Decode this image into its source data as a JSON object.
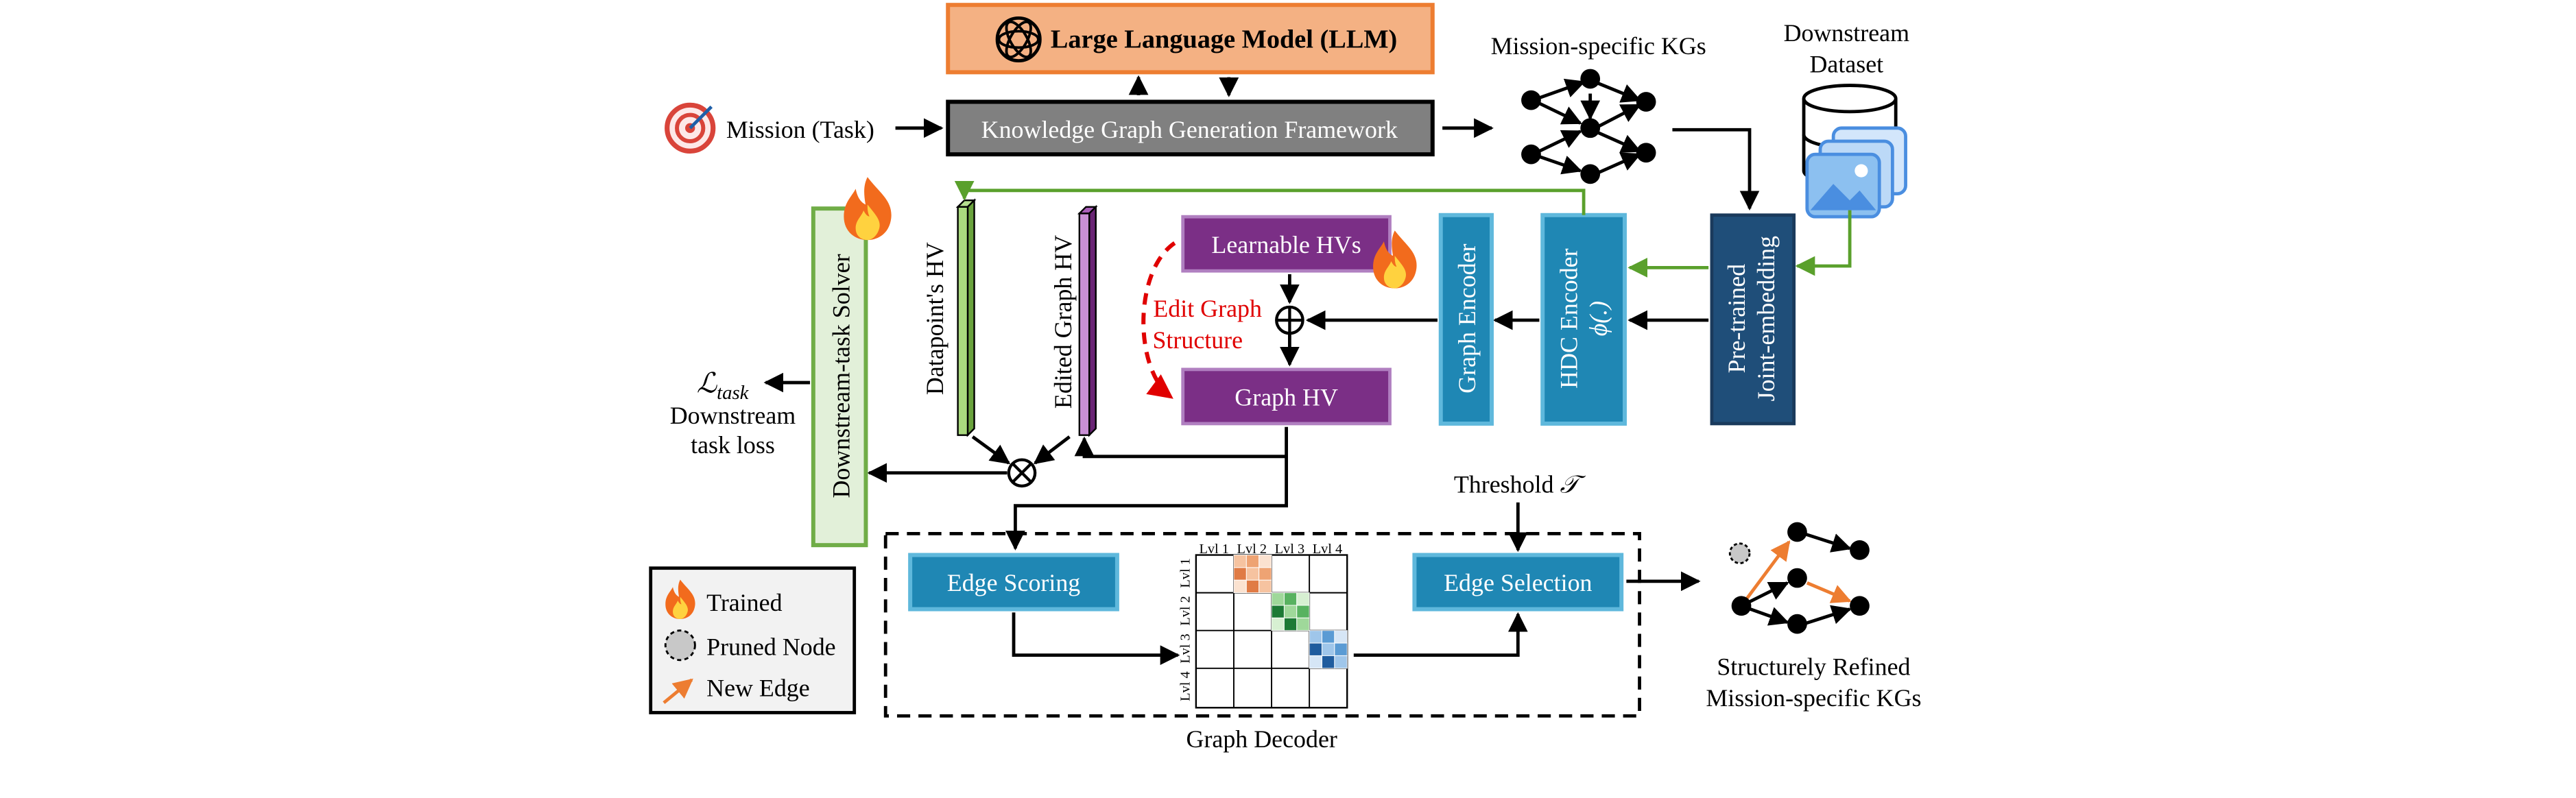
{
  "llm": {
    "label": "Large Language Model (LLM)",
    "icon": "openai-logo-icon"
  },
  "mission": {
    "label": "Mission (Task)",
    "icon": "target-icon"
  },
  "kg_framework": {
    "label": "Knowledge Graph Generation Framework"
  },
  "mission_kgs": {
    "label": "Mission-specific KGs"
  },
  "downstream_dataset": {
    "line1": "Downstream",
    "line2": "Dataset",
    "icons": [
      "database-icon",
      "image-stack-icon"
    ]
  },
  "pretrained": {
    "line1": "Pre-trained",
    "line2": "Joint-embedding"
  },
  "hdc_encoder": {
    "line1": "HDC Encoder",
    "line2": "ϕ(.)"
  },
  "graph_encoder": {
    "label": "Graph Encoder"
  },
  "learnable_hvs": {
    "label": "Learnable HVs"
  },
  "graph_hv": {
    "label": "Graph HV"
  },
  "edit_graph": {
    "line1": "Edit Graph",
    "line2": "Structure"
  },
  "edited_graph_hv": {
    "label": "Edited Graph HV"
  },
  "datapoint_hv": {
    "label": "Datapoint's HV"
  },
  "solver": {
    "label": "Downstream-task Solver"
  },
  "loss": {
    "symbol": "ℒ",
    "subscript": "task",
    "line1": "Downstream",
    "line2": "task loss"
  },
  "threshold": {
    "label": "Threshold",
    "symbol": "𝒯"
  },
  "edge_scoring": {
    "label": "Edge Scoring"
  },
  "edge_selection": {
    "label": "Edge Selection"
  },
  "graph_decoder": {
    "label": "Graph Decoder"
  },
  "matrix": {
    "col_labels": [
      "Lvl 1",
      "Lvl 2",
      "Lvl 3",
      "Lvl 4"
    ],
    "row_labels": [
      "Lvl 1",
      "Lvl 2",
      "Lvl 3",
      "Lvl 4"
    ]
  },
  "refined_kgs": {
    "line1": "Structurely Refined",
    "line2": "Mission-specific KGs"
  },
  "legend": {
    "items": [
      {
        "label": "Trained",
        "icon": "fire-icon"
      },
      {
        "label": "Pruned Node",
        "icon": "pruned-node-icon"
      },
      {
        "label": "New Edge",
        "icon": "new-edge-arrow-icon"
      }
    ]
  },
  "colors": {
    "llm_fill": "#f4b183",
    "llm_border": "#ed7d31",
    "framework_fill": "#808080",
    "blue_fill": "#1f87b4",
    "blue_border": "#5fb8dc",
    "navy_fill": "#1f4e79",
    "purple_fill": "#7b2f86",
    "green_arrow": "#5aa02c",
    "solver_fill": "#e2f0d9",
    "solver_border": "#70ad47",
    "red_dashed": "#e00000",
    "new_edge": "#ed7d31"
  }
}
